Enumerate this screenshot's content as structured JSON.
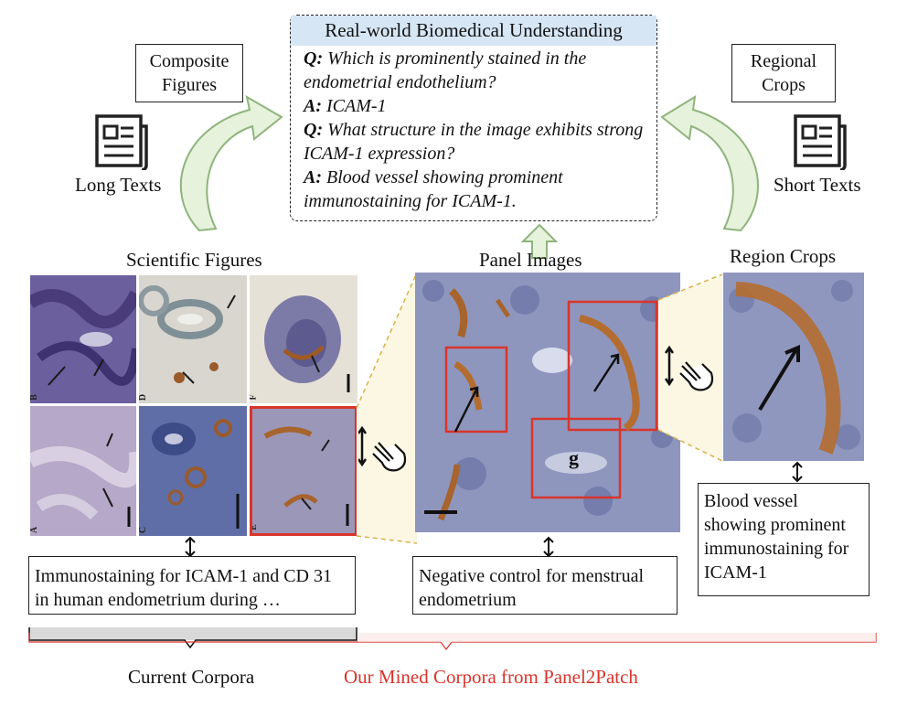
{
  "header": {
    "title": "Real-world Biomedical Understanding"
  },
  "qa": [
    {
      "q_prefix": "Q:",
      "q_text": "Which is prominently stained in the endometrial endothelium?",
      "a_prefix": "A:",
      "a_text": "ICAM-1"
    },
    {
      "q_prefix": "Q:",
      "q_text": "What structure in the image exhibits strong ICAM-1 expression?",
      "a_prefix": "A:",
      "a_text": "Blood vessel showing prominent immunostaining for ICAM-1."
    }
  ],
  "left_source": {
    "figure_label": "Composite Figures",
    "text_label": "Long Texts",
    "icon": "document-icon"
  },
  "right_source": {
    "figure_label": "Regional Crops",
    "text_label": "Short Texts",
    "icon": "document-icon"
  },
  "sections": {
    "scientific_figures": "Scientific Figures",
    "panel_images": "Panel Images",
    "region_crops": "Region Crops"
  },
  "panel_letters": [
    "B",
    "D",
    "F",
    "A",
    "C",
    "E"
  ],
  "panel_glyph": "g",
  "captions": {
    "long": "Immunostaining for ICAM-1 and CD 31 in human endometrium during …",
    "panel": "Negative control for menstrual endometrium",
    "region": "Blood vessel showing prominent immunostaining for ICAM-1"
  },
  "footer": {
    "current": "Current Corpora",
    "mined": "Our Mined Corpora from Panel2Patch"
  },
  "colors": {
    "accent_red": "#d9342b",
    "header_blue": "#d6e6f5",
    "arrow_green_fill": "#e6f2dc",
    "arrow_green_stroke": "#8fb47c",
    "stain_brown": "#9a5a2a",
    "tissue_purple": "#8a86b6"
  }
}
